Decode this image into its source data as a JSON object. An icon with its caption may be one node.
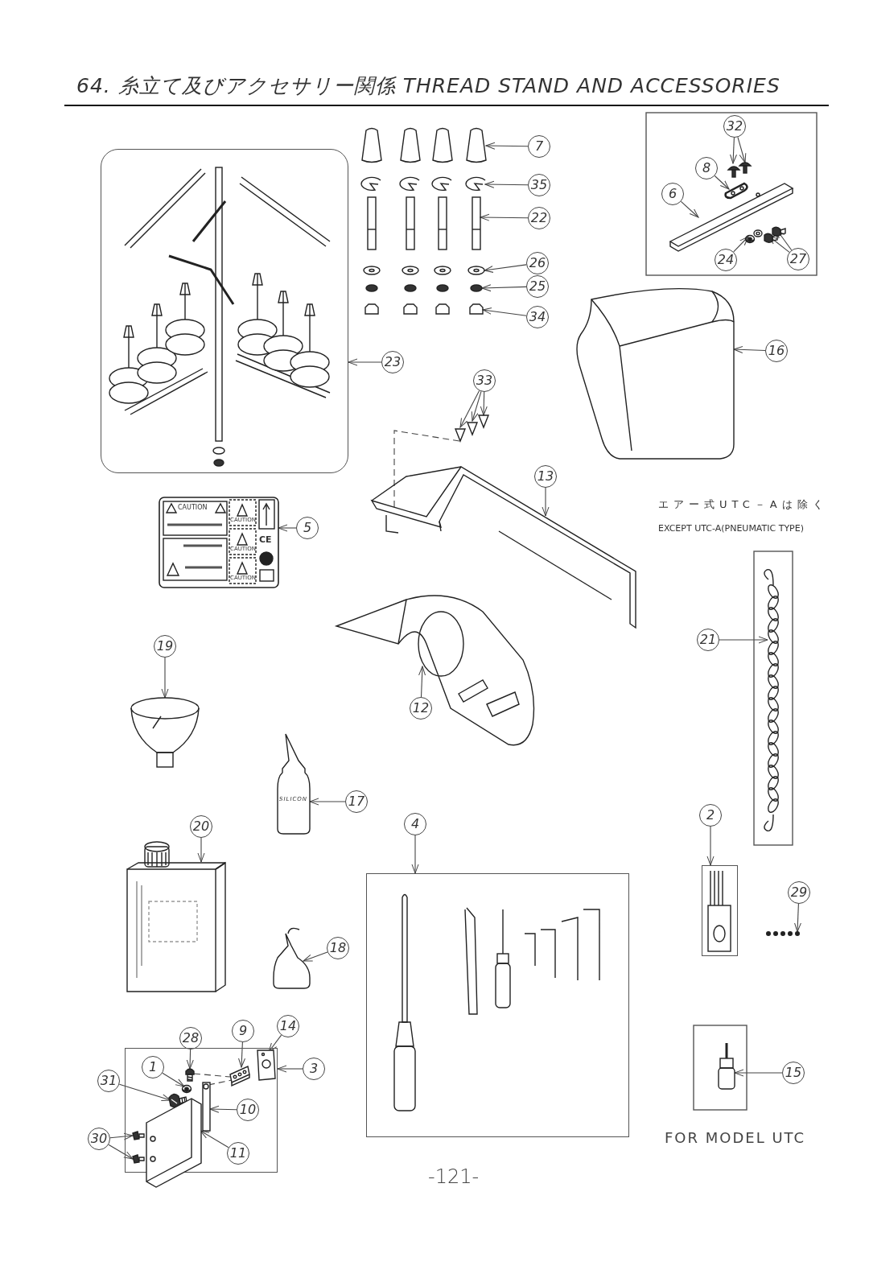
{
  "diagram": {
    "title": "64. 糸立て及びアクセサリー関係 THREAD STAND AND ACCESSORIES",
    "nodes": [
      {
        "text": [
          "7"
        ]
      },
      {
        "text": [
          "35"
        ]
      },
      {
        "text": [
          "22"
        ]
      },
      {
        "text": [
          "32"
        ]
      },
      {
        "text": [
          "8"
        ]
      },
      {
        "text": [
          "6"
        ]
      },
      {
        "text": [
          "26"
        ]
      },
      {
        "text": [
          "25"
        ]
      },
      {
        "text": [
          "24"
        ]
      },
      {
        "text": [
          "27"
        ]
      },
      {
        "text": [
          "34"
        ]
      },
      {
        "text": [
          "16"
        ]
      },
      {
        "text": [
          "23"
        ]
      },
      {
        "text": [
          "33"
        ]
      },
      {
        "text": [
          "13"
        ]
      },
      {
        "text": [
          "5"
        ]
      },
      {
        "text": [
          "21"
        ]
      },
      {
        "text": [
          "19"
        ]
      },
      {
        "text": [
          "12"
        ]
      },
      {
        "text": [
          "17"
        ]
      },
      {
        "text": [
          "20"
        ]
      },
      {
        "text": [
          "4"
        ]
      },
      {
        "text": [
          "2"
        ]
      },
      {
        "text": [
          "29"
        ]
      },
      {
        "text": [
          "18"
        ]
      },
      {
        "text": [
          "28"
        ]
      },
      {
        "text": [
          "9"
        ]
      },
      {
        "text": [
          "14"
        ]
      },
      {
        "text": [
          "3"
        ]
      },
      {
        "text": [
          "1"
        ],
        "in": 61
      },
      {
        "text": [
          "31"
        ]
      },
      {
        "text": [
          "10"
        ],
        "in": 61
      },
      {
        "text": [
          "30"
        ]
      },
      {
        "text": [
          "15"
        ]
      },
      {
        "text": [
          "11"
        ],
        "in": 61
      },
      {
        "text": [],
        "shape": "picture"
      },
      {
        "text": [],
        "shape": "picture"
      },
      {
        "text": [],
        "shape": "picture"
      },
      {
        "text": [],
        "shape": "picture"
      },
      {
        "text": [],
        "shape": "picture"
      },
      {
        "text": [],
        "shape": "picture"
      },
      {
        "text": [],
        "shape": "picture"
      },
      {
        "text": [],
        "shape": "picture"
      },
      {
        "text": [],
        "shape": "picture"
      },
      {
        "text": [],
        "shape": "picture"
      },
      {
        "text": [],
        "shape": "picture"
      },
      {
        "text": [],
        "shape": "picture"
      },
      {
        "text": [],
        "shape": "box"
      },
      {
        "text": [],
        "shape": "picture"
      },
      {
        "text": [],
        "shape": "picture"
      },
      {
        "text": [],
        "shape": "picture"
      },
      {
        "text": [],
        "shape": "picture"
      },
      {
        "text": [],
        "shape": "picture"
      },
      {
        "text": [],
        "shape": "picture"
      },
      {
        "text": [],
        "shape": "picture"
      },
      {
        "text": [],
        "shape": "picture"
      },
      {
        "text": [],
        "shape": "box"
      },
      {
        "text": [],
        "shape": "box"
      },
      {
        "text": [],
        "shape": "picture"
      },
      {
        "text": [],
        "shape": "picture"
      },
      {
        "text": [],
        "shape": "picture"
      },
      {
        "text": [],
        "shape": "box"
      },
      {
        "text": [],
        "shape": "picture",
        "in": 61
      },
      {
        "text": [],
        "shape": "picture",
        "in": 61
      },
      {
        "text": [],
        "shape": "picture",
        "in": 61
      },
      {
        "text": [],
        "shape": "picture",
        "in": 61
      },
      {
        "text": [],
        "shape": "picture",
        "in": 61
      },
      {
        "text": [],
        "shape": "picture",
        "in": 61
      },
      {
        "text": [],
        "shape": "picture",
        "in": 61
      },
      {
        "text": [],
        "shape": "picture",
        "in": 61
      }
    ],
    "edges": [
      {
        "from": 0,
        "to": 35,
        "arrow": "to"
      },
      {
        "from": 1,
        "to": 36,
        "arrow": "to"
      },
      {
        "from": 2,
        "to": 37,
        "arrow": "to"
      },
      {
        "from": 3,
        "to": 41,
        "arrow": "to"
      },
      {
        "from": 3,
        "to": 41,
        "arrow": "to"
      },
      {
        "from": 4,
        "to": 42,
        "arrow": "to"
      },
      {
        "from": 5,
        "to": 43,
        "arrow": "to"
      },
      {
        "from": 6,
        "to": 38,
        "arrow": "to"
      },
      {
        "from": 7,
        "to": 39,
        "arrow": "to"
      },
      {
        "from": 8,
        "to": 44,
        "arrow": "to"
      },
      {
        "from": 9,
        "to": 45,
        "arrow": "to"
      },
      {
        "from": 9,
        "to": 45,
        "arrow": "to"
      },
      {
        "from": 10,
        "to": 40,
        "arrow": "to"
      },
      {
        "from": 11,
        "to": 46,
        "arrow": "to"
      },
      {
        "from": 12,
        "to": 47,
        "arrow": "to"
      },
      {
        "from": 13,
        "to": 48,
        "arrow": "to"
      },
      {
        "from": 13,
        "to": 48,
        "arrow": "to"
      },
      {
        "from": 13,
        "to": 48,
        "arrow": "to"
      },
      {
        "from": 14,
        "to": 49,
        "arrow": "to"
      },
      {
        "from": 15,
        "to": 50,
        "arrow": "to"
      },
      {
        "from": 16,
        "to": 51,
        "arrow": "to"
      },
      {
        "from": 17,
        "to": 52,
        "arrow": "to"
      },
      {
        "from": 18,
        "to": 53,
        "arrow": "to"
      },
      {
        "from": 19,
        "to": 54,
        "arrow": "to"
      },
      {
        "from": 20,
        "to": 55,
        "arrow": "to"
      },
      {
        "from": 21,
        "to": 56,
        "arrow": "to"
      },
      {
        "from": 22,
        "to": 57,
        "arrow": "to"
      },
      {
        "from": 23,
        "to": 58,
        "arrow": "to"
      },
      {
        "from": 24,
        "to": 59,
        "arrow": "to"
      },
      {
        "from": 25,
        "to": 62,
        "arrow": "to"
      },
      {
        "from": 26,
        "to": 63,
        "arrow": "to"
      },
      {
        "from": 27,
        "to": 64,
        "arrow": "to"
      },
      {
        "from": 28,
        "to": 61,
        "arrow": "to"
      },
      {
        "from": 29,
        "to": 65,
        "arrow": "to"
      },
      {
        "from": 30,
        "to": 66,
        "arrow": "to"
      },
      {
        "from": 31,
        "to": 67,
        "arrow": "to"
      },
      {
        "from": 32,
        "to": 68,
        "arrow": "to"
      },
      {
        "from": 32,
        "to": 68,
        "arrow": "to"
      },
      {
        "from": 33,
        "to": 60,
        "arrow": "to"
      },
      {
        "from": 34,
        "to": 69,
        "arrow": "to"
      },
      {
        "from": 48,
        "to": 49,
        "arrow": "none",
        "style": "dashed"
      },
      {
        "from": 62,
        "to": 63,
        "arrow": "none",
        "style": "dashed"
      },
      {
        "from": 67,
        "to": 63,
        "arrow": "none",
        "style": "dashed"
      }
    ],
    "labels": [
      "CAUTION",
      "CAUTION",
      "CAUTION",
      "CAUTION",
      "CE",
      "エアー式UTC－Aは除く",
      "EXCEPT UTC-A(PNEUMATIC TYPE)",
      "SILICON",
      "FOR MODEL UTC",
      "-121-"
    ]
  }
}
